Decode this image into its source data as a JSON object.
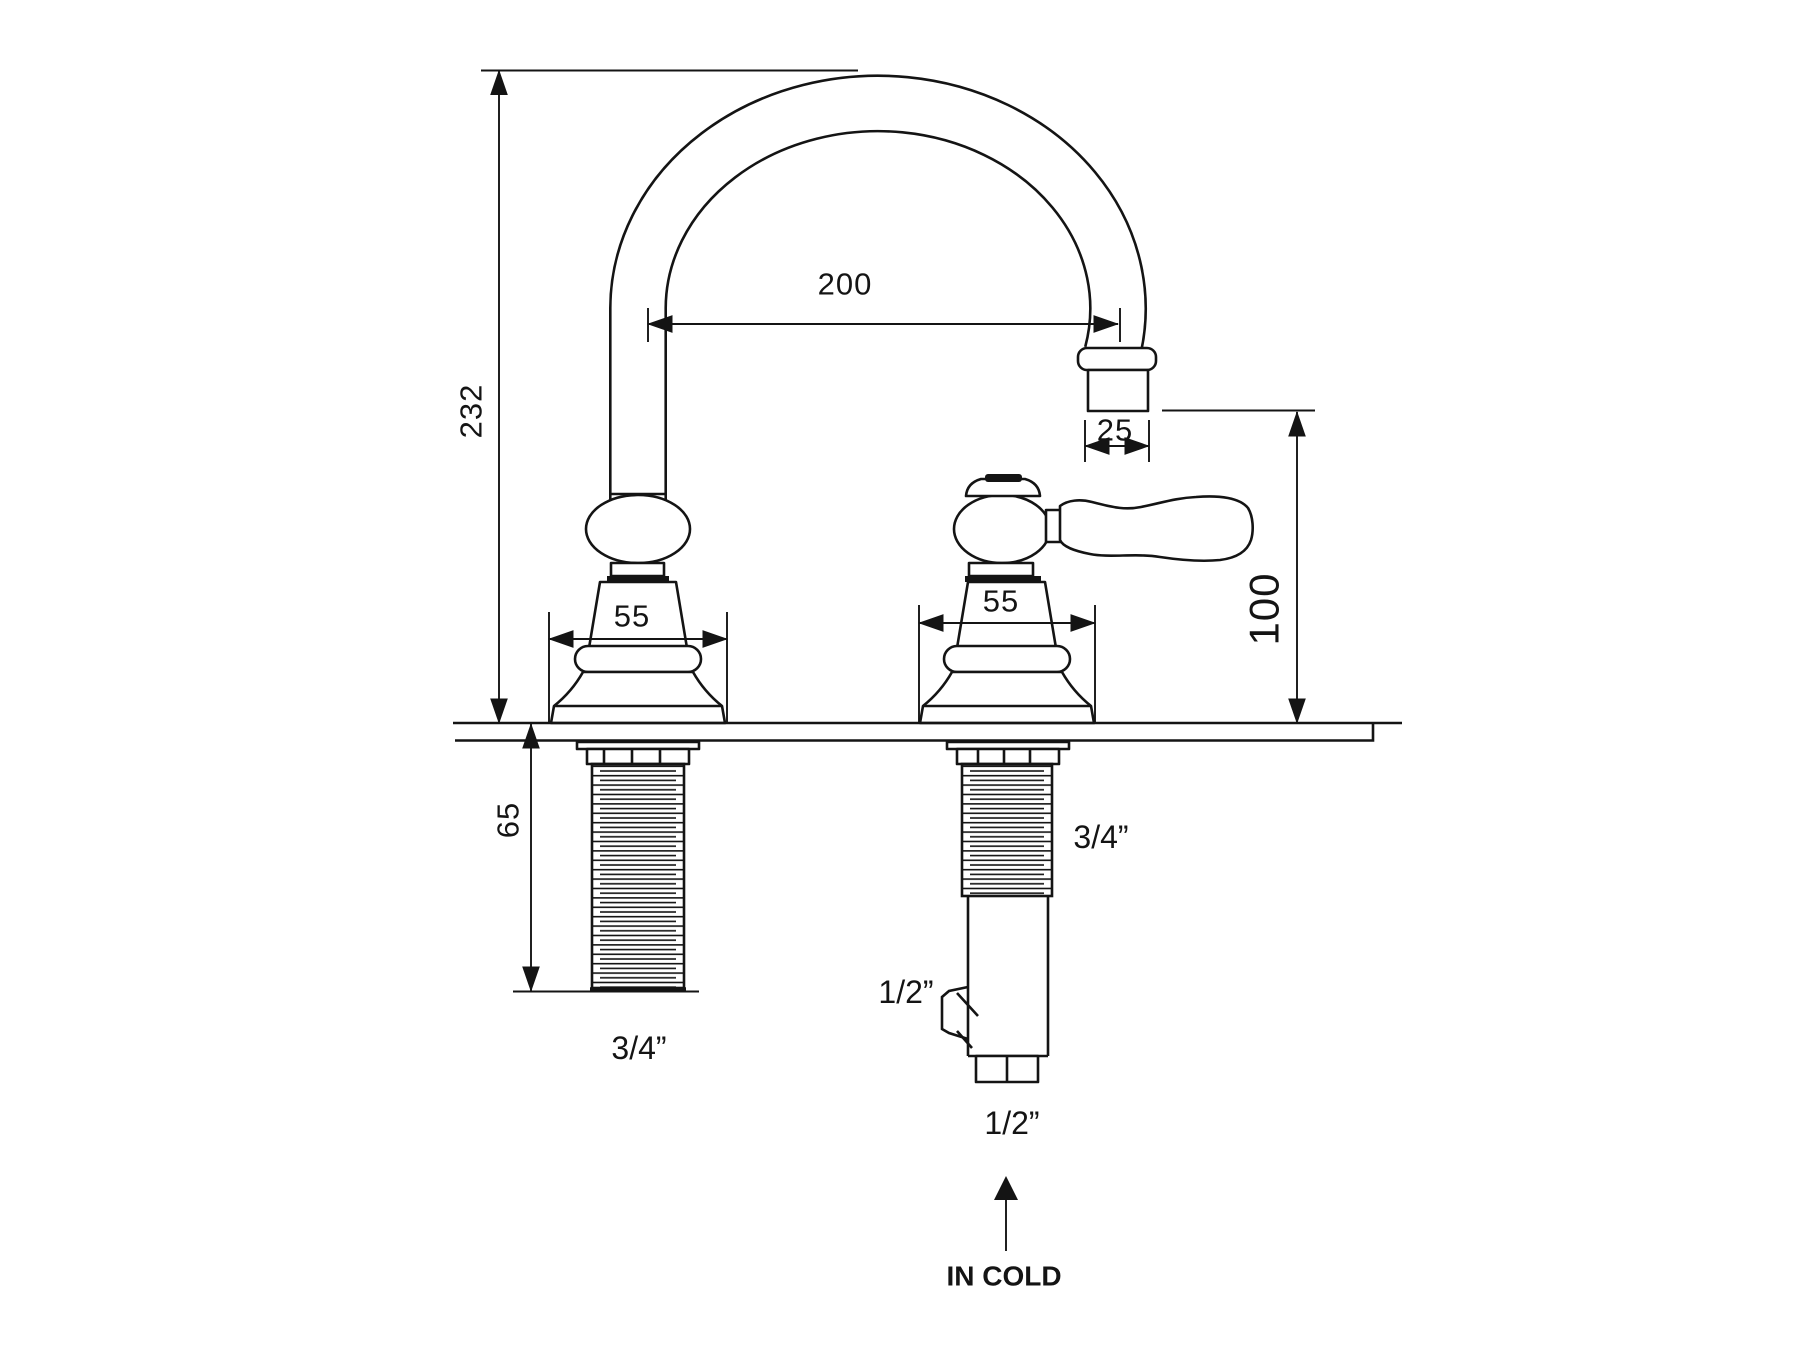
{
  "drawing": {
    "title": "faucet-technical-drawing",
    "product": "two-hole deck-mounted gooseneck faucet with lever handle",
    "background_color": "#ffffff",
    "line_color": "#141414"
  },
  "dimensions": {
    "overall_height": "232",
    "spout_reach": "200",
    "spout_outlet_width": "25",
    "left_base_width": "55",
    "right_base_width": "55",
    "handle_height": "100",
    "under_deck_length": "65"
  },
  "connections": {
    "left_shank_thread": "3/4”",
    "right_shank_thread": "3/4”",
    "side_outlet_thread": "1/2”",
    "bottom_inlet_thread": "1/2”",
    "inlet_note": "IN COLD"
  }
}
